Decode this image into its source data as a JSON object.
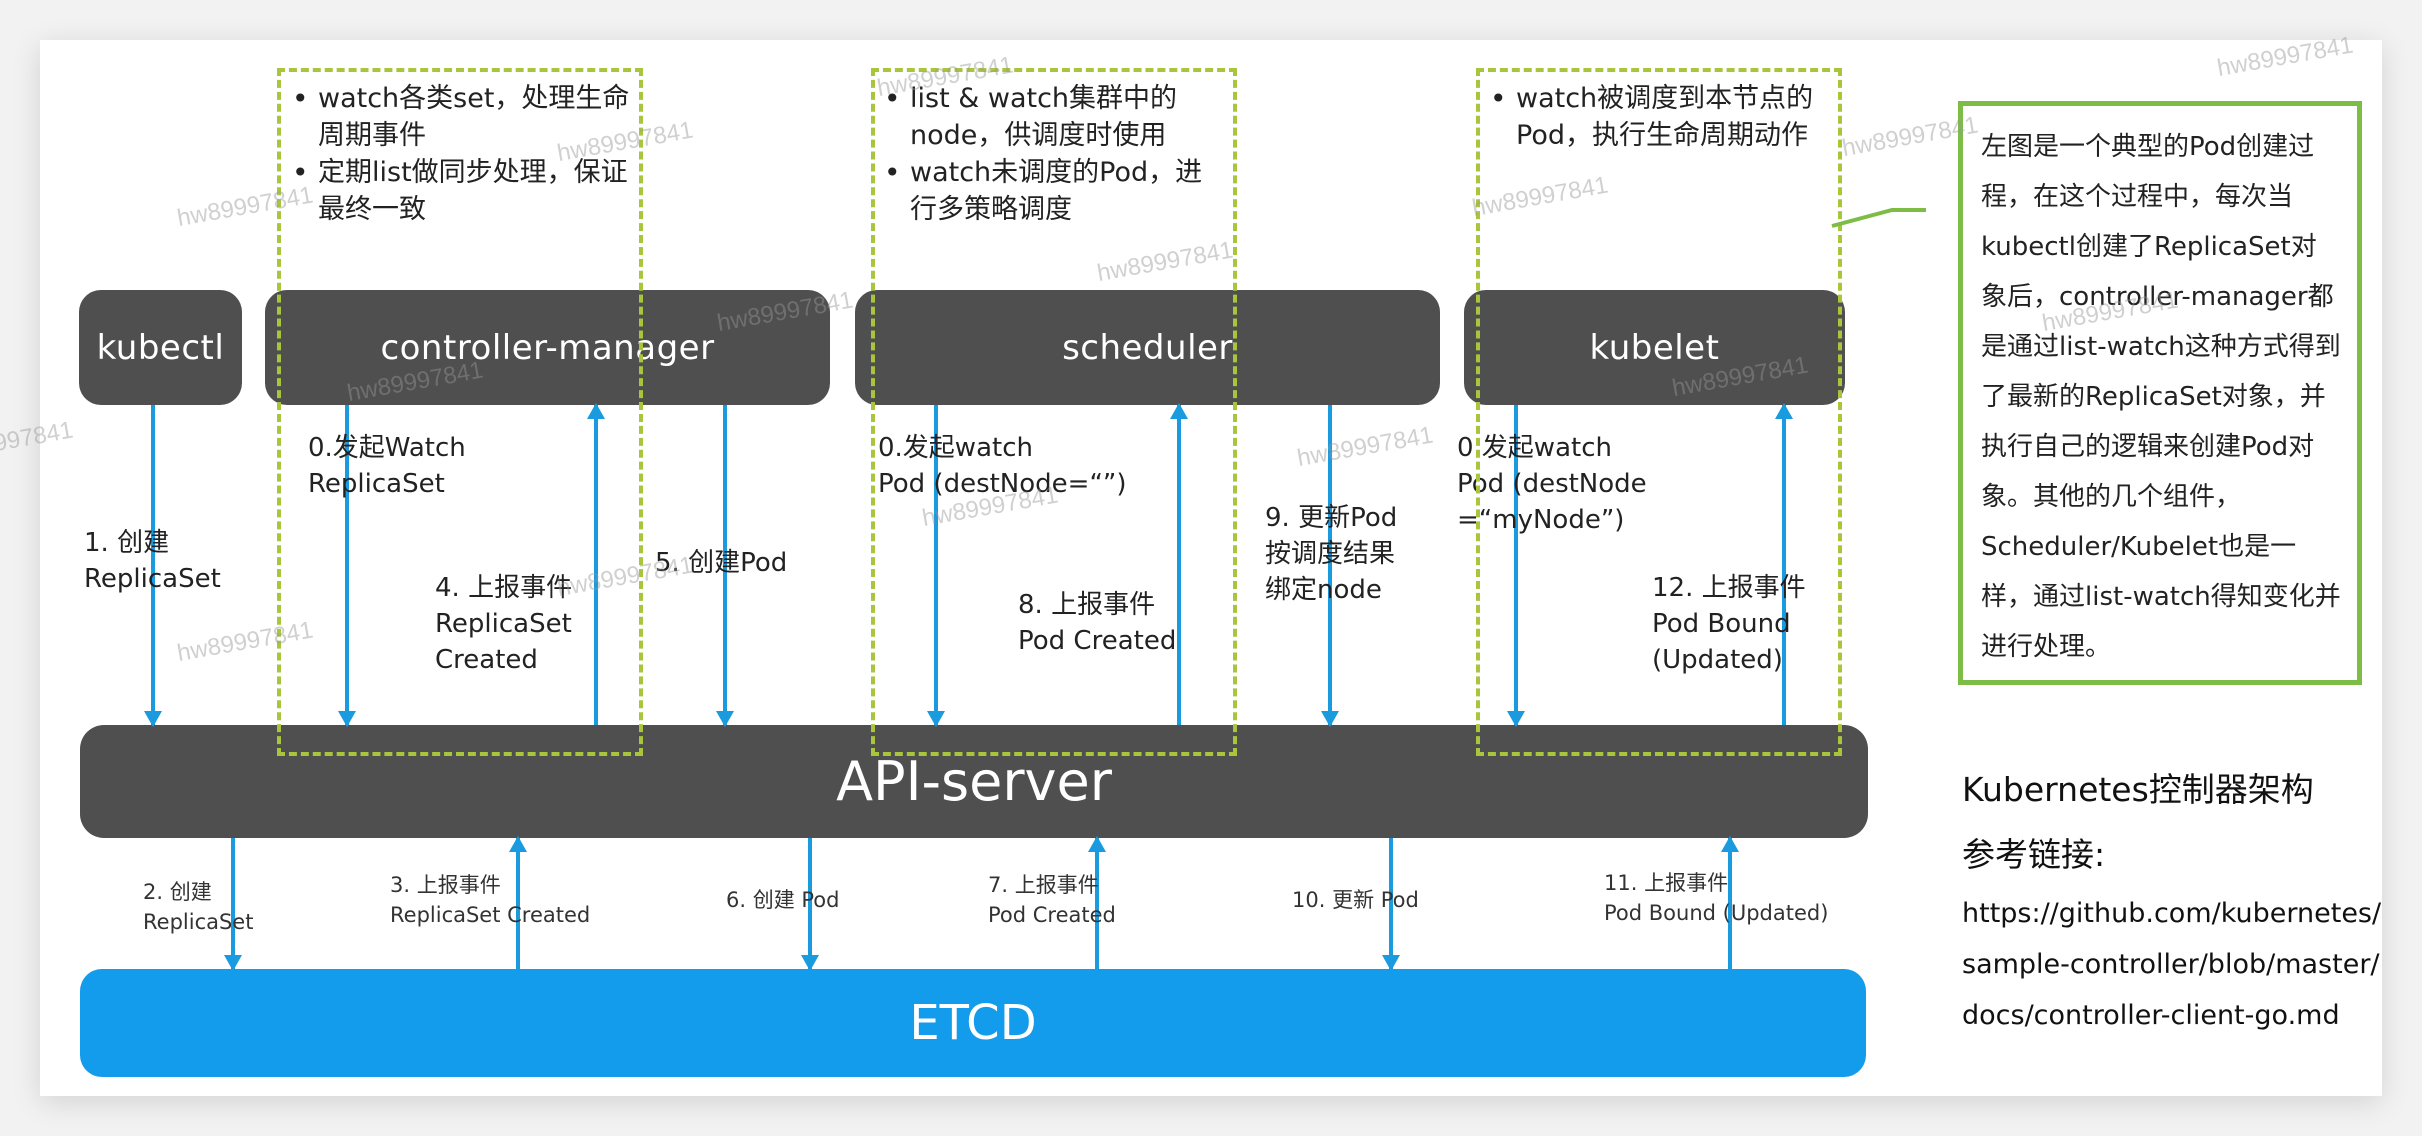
{
  "components": {
    "kubectl": "kubectl",
    "controller_manager": "controller-manager",
    "scheduler": "scheduler",
    "kubelet": "kubelet",
    "api_server": "API-server",
    "etcd": "ETCD"
  },
  "notes": {
    "controller_manager": [
      "watch各类set，处理生命周期事件",
      "定期list做同步处理，保证最终一致"
    ],
    "scheduler": [
      "list & watch集群中的node，供调度时使用",
      "watch未调度的Pod，进行多策略调度"
    ],
    "kubelet": [
      "watch被调度到本节点的Pod，执行生命周期动作"
    ]
  },
  "upper_steps": {
    "s1": {
      "title": "1. 创建",
      "detail": "ReplicaSet"
    },
    "s0_cm": {
      "title": "0.发起Watch",
      "detail": "ReplicaSet"
    },
    "s4": {
      "title": "4. 上报事件",
      "detail": "ReplicaSet",
      "detail2": "Created"
    },
    "s5": {
      "title": "5. 创建Pod"
    },
    "s0_sched": {
      "title": "0.发起watch",
      "detail": "Pod (destNode=“”)"
    },
    "s8": {
      "title": "8. 上报事件",
      "detail": "Pod Created"
    },
    "s9": {
      "title": "9. 更新Pod",
      "detail": "按调度结果",
      "detail2": "绑定node"
    },
    "s0_kubelet": {
      "title": "0.发起watch",
      "detail": "Pod (destNode",
      "detail2": "=“myNode”)"
    },
    "s12": {
      "title": "12. 上报事件",
      "detail": "Pod Bound",
      "detail2": "(Updated)"
    }
  },
  "lower_steps": {
    "s2": {
      "title": "2. 创建",
      "detail": "ReplicaSet"
    },
    "s3": {
      "title": "3. 上报事件",
      "detail": "ReplicaSet Created"
    },
    "s6": {
      "title": "6. 创建 Pod"
    },
    "s7": {
      "title": "7. 上报事件",
      "detail": "Pod Created"
    },
    "s10": {
      "title": "10. 更新 Pod"
    },
    "s11": {
      "title": "11. 上报事件",
      "detail": "Pod Bound (Updated)"
    }
  },
  "callout": {
    "text": "左图是一个典型的Pod创建过程，在这个过程中，每次当kubectl创建了ReplicaSet对象后，controller-manager都是通过list-watch这种方式得到了最新的ReplicaSet对象，并执行自己的逻辑来创建Pod对象。其他的几个组件，Scheduler/Kubelet也是一样，通过list-watch得知变化并进行处理。"
  },
  "sidebar": {
    "title": "Kubernetes控制器架构",
    "ref_label": "参考链接:",
    "ref_link": "https://github.com/kubernetes/sample-controller/blob/master/docs/controller-client-go.md"
  },
  "watermark": "hw89997841",
  "colors": {
    "node_bg": "#4f4f4f",
    "etcd_bg": "#139bec",
    "arrow": "#1a9be0",
    "dash": "#a9c53c",
    "callout_border": "#7ebd45"
  }
}
